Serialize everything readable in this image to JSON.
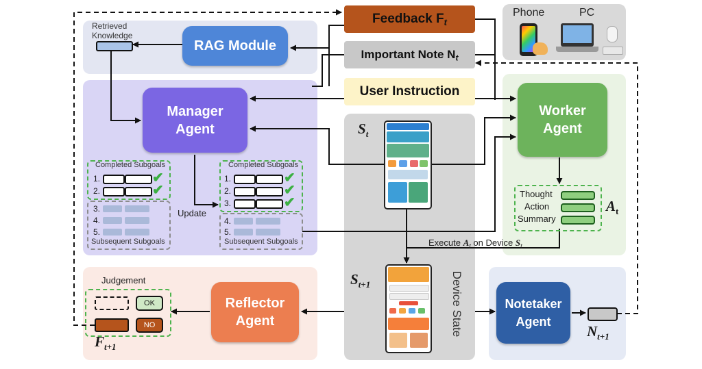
{
  "signals": {
    "feedback": "Feedback F",
    "feedback_sub": "t",
    "note": "Important Note N",
    "note_sub": "t",
    "instruction": "User Instruction"
  },
  "devices": {
    "phone": "Phone",
    "pc": "PC"
  },
  "retrieved": "Retrieved\nKnowledge",
  "agents": {
    "rag": "RAG Module",
    "manager": "Manager\nAgent",
    "worker": "Worker\nAgent",
    "reflector": "Reflector\nAgent",
    "notetaker": "Notetaker\nAgent"
  },
  "subgoals": {
    "completed_title": "Completed Subgoals",
    "subsequent_title": "Subsequent Subgoals",
    "update": "Update",
    "left_numbers": [
      "1.",
      "2.",
      "3.",
      "4.",
      "5."
    ],
    "right_numbers": [
      "1.",
      "2.",
      "3.",
      "4.",
      "5."
    ]
  },
  "state": {
    "s_t": "S",
    "s_t_sub": "t",
    "s_t1": "S",
    "s_t1_sub": "t+1",
    "device_state": "Device State"
  },
  "action": {
    "items": [
      "Thought",
      "Action",
      "Summary"
    ],
    "label": "A",
    "label_sub": "t",
    "execute_prefix": "Execute ",
    "execute_a": "A",
    "execute_a_sub": "t",
    "execute_mid": " on Device ",
    "execute_s": "S",
    "execute_s_sub": "t"
  },
  "judgement": {
    "title": "Judgement",
    "ok": "OK",
    "no": "NO",
    "f_label": "F",
    "f_sub": "t+1"
  },
  "note_out": {
    "label": "N",
    "sub": "t+1"
  },
  "colors": {
    "feedback": "#b5541c",
    "note": "#c8c8c8",
    "instruction": "#fdf3c8",
    "rag": "#4e86d8",
    "manager": "#7b66e3",
    "worker": "#6db35c",
    "reflector": "#ec7e50",
    "notetaker": "#2f5fa5"
  }
}
